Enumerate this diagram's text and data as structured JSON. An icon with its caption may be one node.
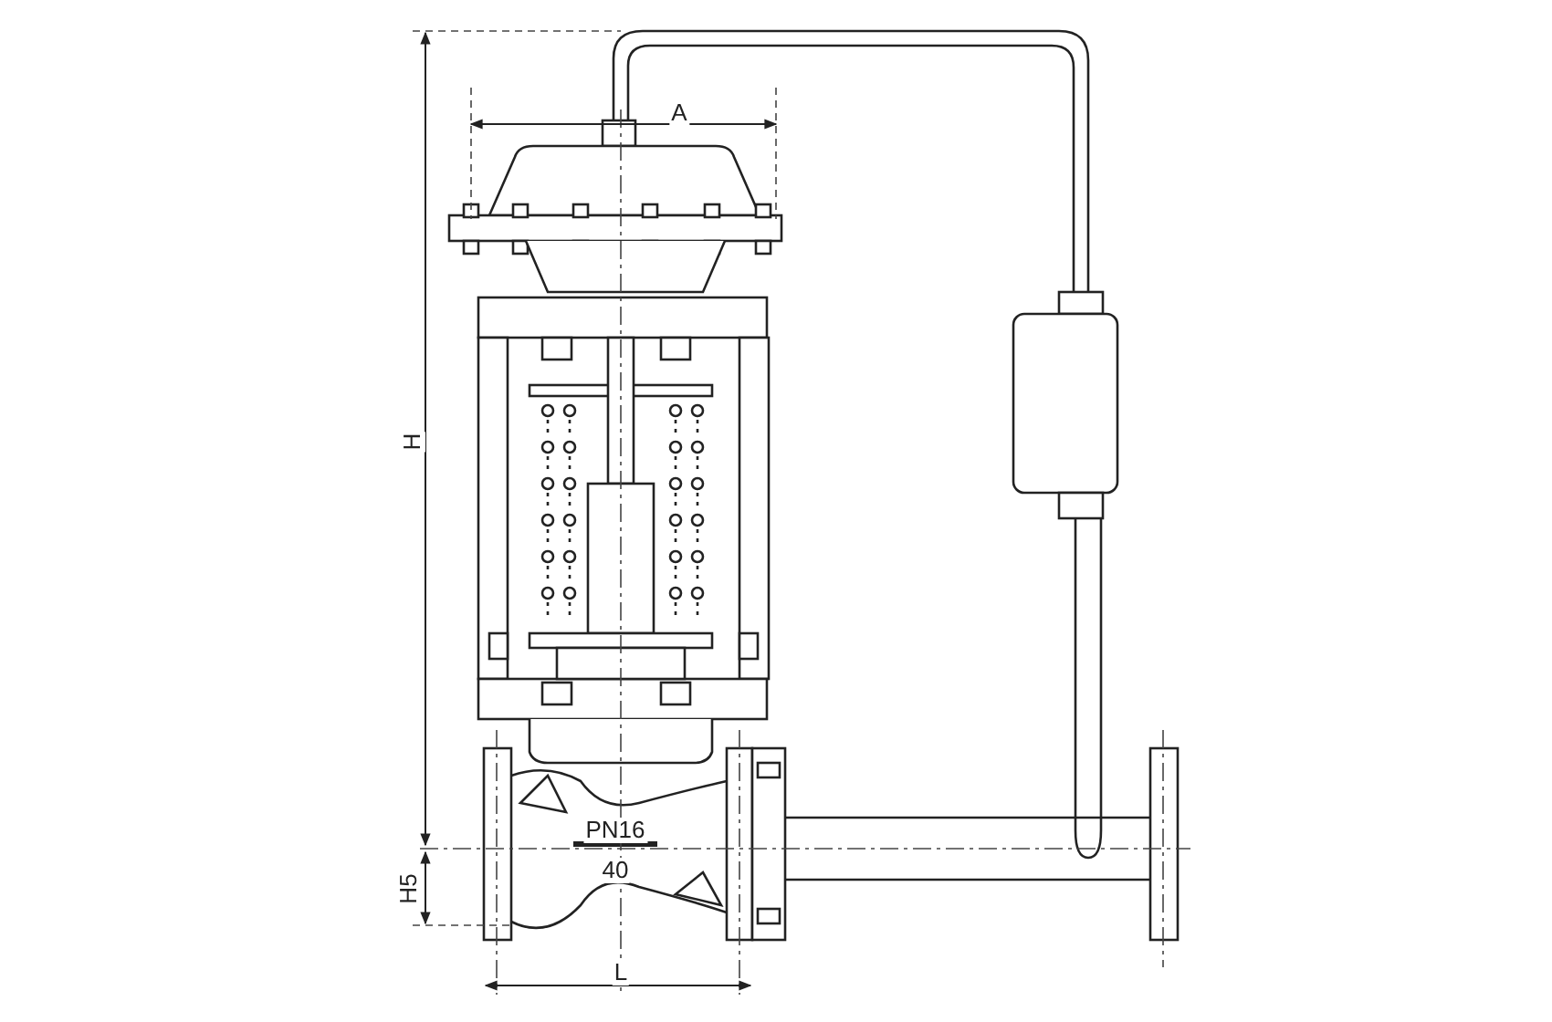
{
  "diagram": {
    "labels": [
      "A",
      "H",
      "H5",
      "PN16",
      "40",
      "L"
    ]
  }
}
